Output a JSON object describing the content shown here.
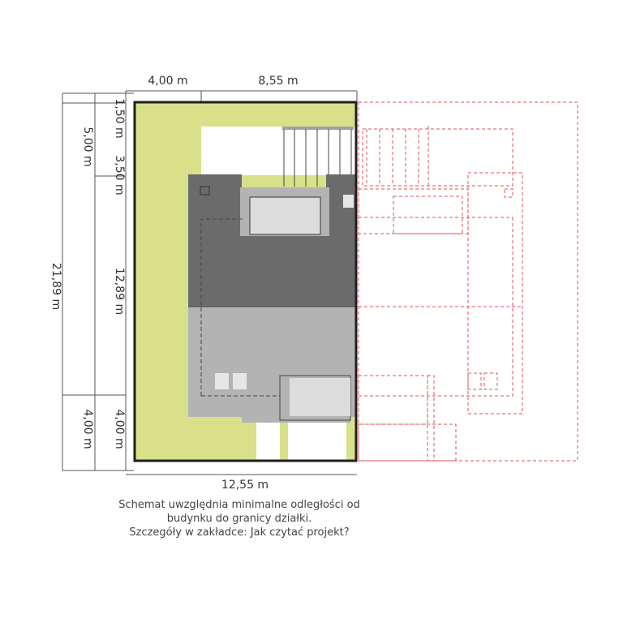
{
  "colors": {
    "plot_fill": "#d8e08a",
    "roof_dark": "#6b6b6b",
    "roof_light": "#b3b3b3",
    "border": "#1f1f1f",
    "mirror_outline": "#e0505a"
  },
  "dimensions": {
    "top_left": "4,00 m",
    "top_right": "8,55 m",
    "bottom": "12,55 m",
    "outer_total": "21,89 m",
    "outer_top": "5,00 m",
    "outer_bottom": "4,00 m",
    "inner_top_a": "1,50 m",
    "inner_top_b": "3,50 m",
    "inner_middle": "12,89 m",
    "inner_bottom": "4,00 m"
  },
  "caption": {
    "line1": "Schemat uwzględnia minimalne odległości od",
    "line2": "budynku do granicy działki.",
    "line3": "Szczegóły w zakładce: Jak czytać projekt?"
  }
}
